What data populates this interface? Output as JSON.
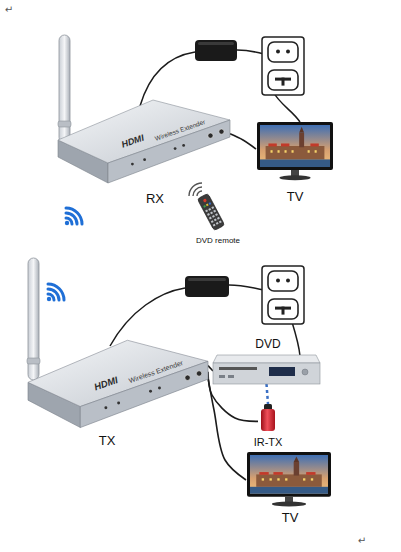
{
  "diagram": {
    "nodes": [
      {
        "text": [
          "HDMI",
          "Wireless Extender",
          "RX"
        ]
      },
      {
        "text": [
          "TV"
        ]
      },
      {
        "text": [
          "DVD remote"
        ]
      },
      {
        "text": [
          "HDMI",
          "Wireless Extender",
          "TX"
        ]
      },
      {
        "text": [
          "DVD"
        ]
      },
      {
        "text": [
          "IR-TX"
        ]
      },
      {
        "text": [
          "TV"
        ]
      }
    ],
    "edges": [
      {
        "from": 0,
        "to": 1,
        "arrow": "none"
      },
      {
        "from": 3,
        "to": 4,
        "arrow": "none"
      },
      {
        "from": 3,
        "to": 5,
        "arrow": "none"
      },
      {
        "from": 3,
        "to": 6,
        "arrow": "none"
      },
      {
        "from": 4,
        "to": 5,
        "arrow": "none"
      }
    ],
    "labels": [
      "↵",
      "↵"
    ]
  }
}
